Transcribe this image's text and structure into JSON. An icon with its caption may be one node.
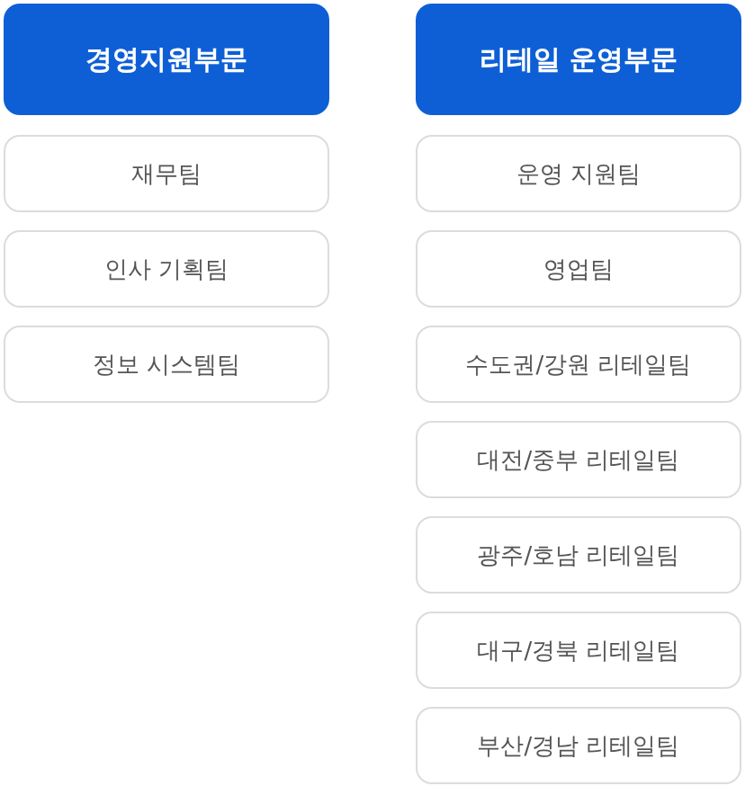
{
  "diagram": {
    "nodes": [
      {
        "text": [
          "경영지원부문"
        ]
      },
      {
        "text": [
          "재무팀"
        ]
      },
      {
        "text": [
          "인사 기획팀"
        ]
      },
      {
        "text": [
          "정보 시스템팀"
        ]
      },
      {
        "text": [
          "리테일 운영부문"
        ]
      },
      {
        "text": [
          "운영 지원팀"
        ]
      },
      {
        "text": [
          "영업팀"
        ]
      },
      {
        "text": [
          "수도권/강원 리테일팀"
        ]
      },
      {
        "text": [
          "대전/중부 리테일팀"
        ]
      },
      {
        "text": [
          "광주/호남 리테일팀"
        ]
      },
      {
        "text": [
          "대구/경북 리테일팀"
        ]
      },
      {
        "text": [
          "부산/경남 리테일팀"
        ]
      }
    ]
  }
}
